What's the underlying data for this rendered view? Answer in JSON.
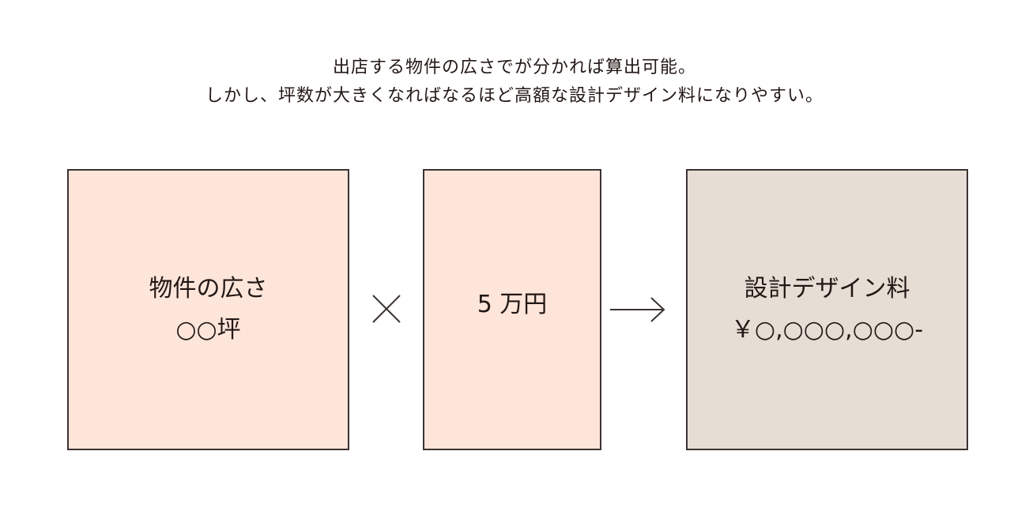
{
  "intro": {
    "line1": "出店する物件の広さでが分かれば算出可能。",
    "line2": "しかし、坪数が大きくなればなるほど高額な設計デザイン料になりやすい。"
  },
  "boxes": {
    "area": {
      "label": "物件の広さ",
      "value": "○○坪",
      "color": "#fde5da"
    },
    "unit": {
      "label": "5 万円",
      "color": "#fde5da"
    },
    "fee": {
      "label": "設計デザイン料",
      "value": "￥○,○○○,○○○-",
      "color": "#e6ddd4"
    }
  },
  "operators": {
    "multiply_icon": "times-icon",
    "result_icon": "arrow-right-icon"
  }
}
